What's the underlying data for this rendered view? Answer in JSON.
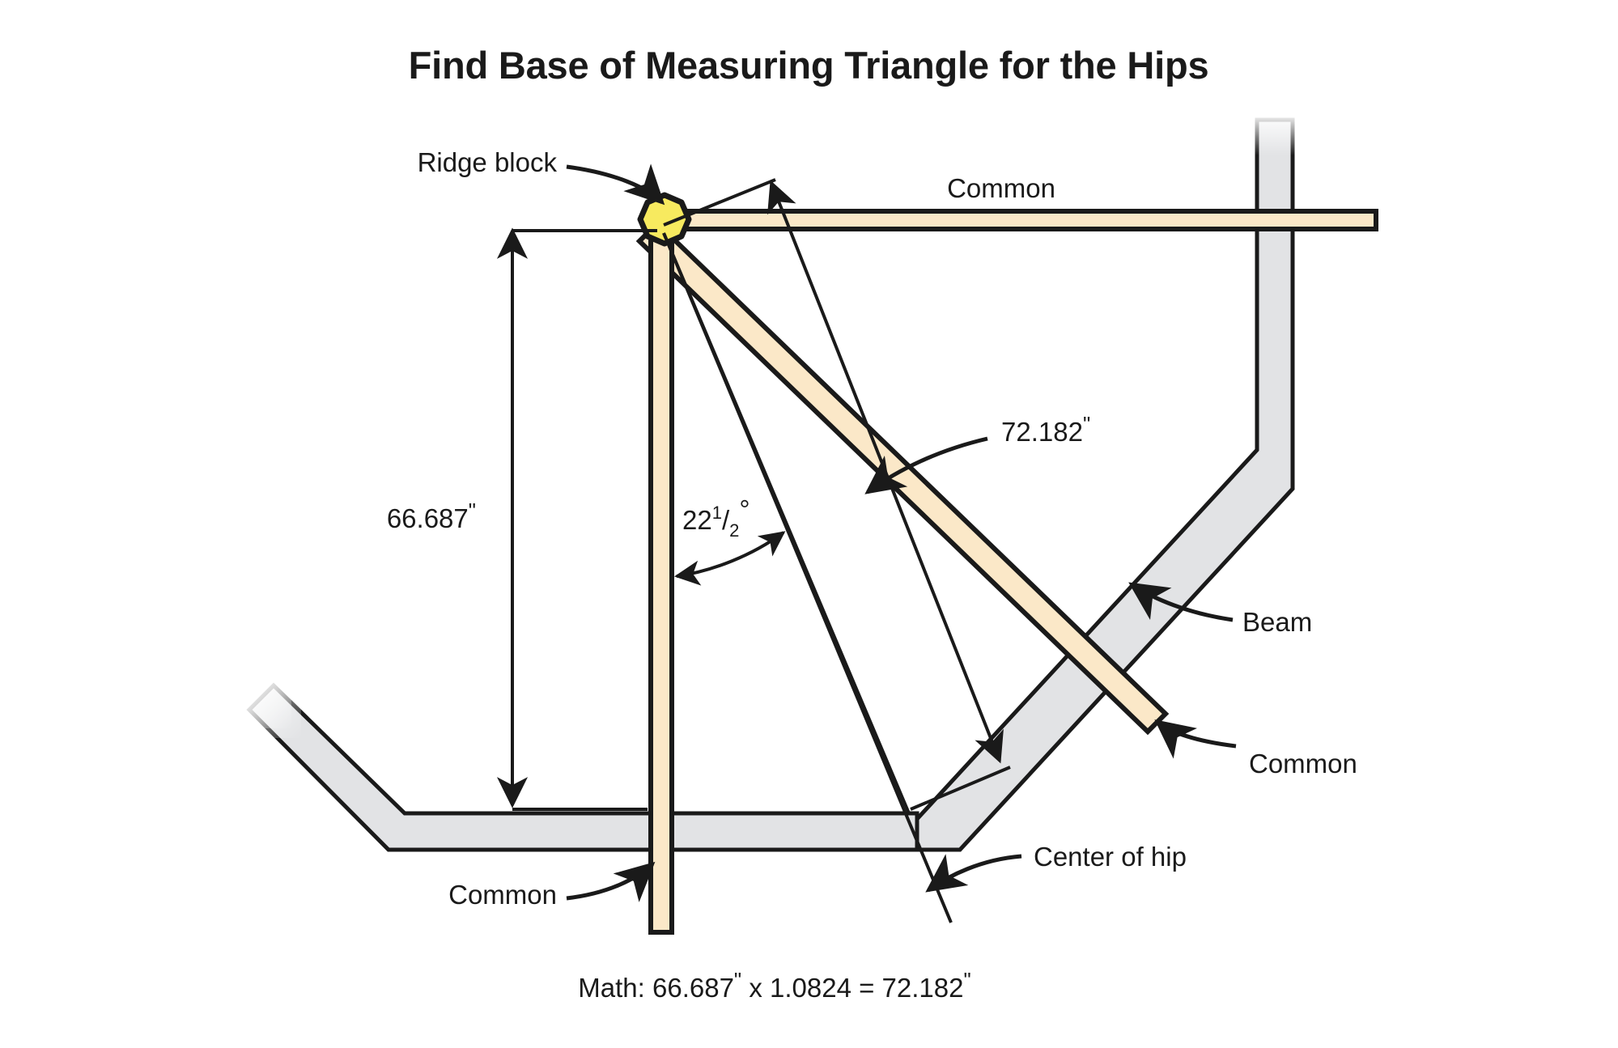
{
  "title": "Find Base of Measuring Triangle for the Hips",
  "caption": {
    "prefix": "Math: ",
    "value_a": "66.687",
    "times": " x ",
    "factor": "1.0824",
    "equals": " = ",
    "value_b": "72.182",
    "prime": "\"",
    "full": "Math: 66.687\" x 1.0824 = 72.182\""
  },
  "labels": {
    "ridge_block": "Ridge block",
    "common_top": "Common",
    "common_right": "Common",
    "common_bottom": "Common",
    "beam": "Beam",
    "center_of_hip": "Center of hip"
  },
  "dimensions": {
    "rise": "66.687",
    "rise_unit": "\"",
    "base": "72.182",
    "base_unit": "\"",
    "angle_whole": "22",
    "angle_num": "1",
    "angle_den": "2",
    "angle_unit": "°",
    "angle_full": "22½°"
  },
  "colors": {
    "wood": "#fbe8c8",
    "wood_stroke": "#1a1a1a",
    "beam": "#e2e3e5",
    "beam_stroke": "#1a1a1a",
    "ridge_block": "#f7ea5f",
    "line": "#1a1a1a",
    "background": "#ffffff",
    "text": "#1a1a1a"
  },
  "chart_data": {
    "type": "diagram",
    "title": "Find Base of Measuring Triangle for the Hips",
    "annotations": [
      {
        "name": "rise",
        "value": 66.687,
        "unit": "in",
        "label": "66.687\""
      },
      {
        "name": "base",
        "value": 72.182,
        "unit": "in",
        "label": "72.182\""
      },
      {
        "name": "hip angle",
        "value": 22.5,
        "unit": "deg",
        "label": "22½°"
      },
      {
        "name": "multiplier",
        "value": 1.0824,
        "unit": "",
        "label": "1.0824"
      }
    ],
    "parts": [
      "Ridge block",
      "Common",
      "Beam",
      "Center of hip"
    ]
  }
}
